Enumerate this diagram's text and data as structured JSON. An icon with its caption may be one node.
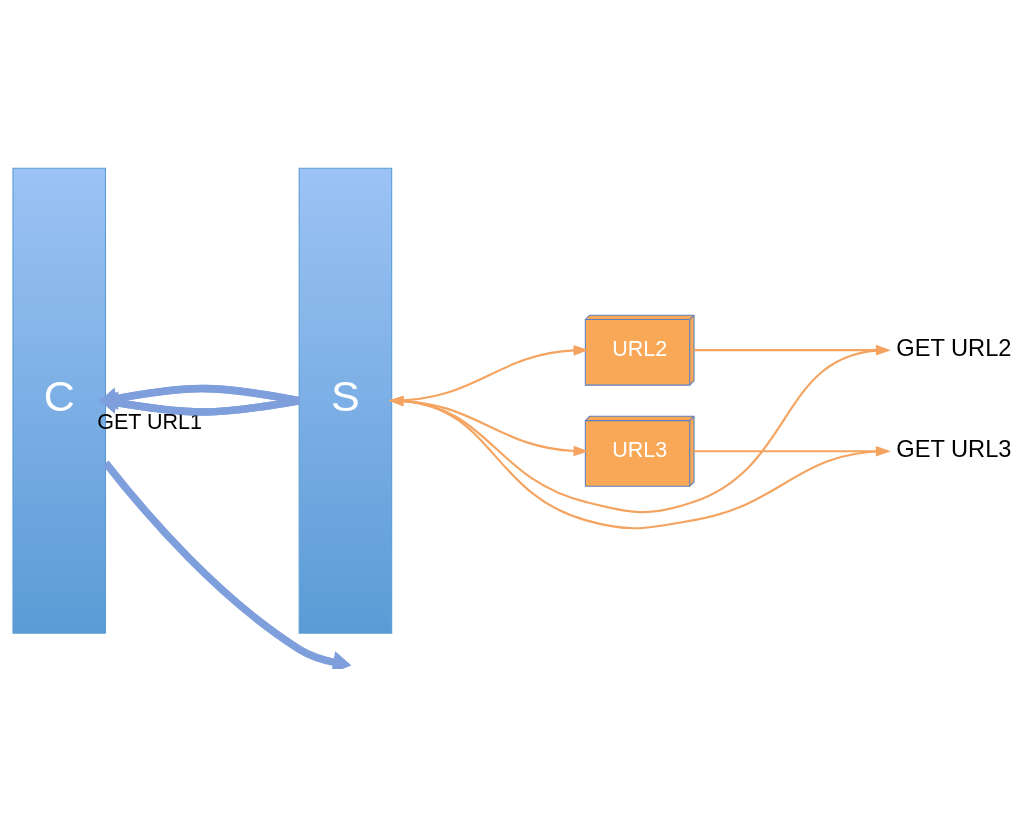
{
  "diagram": {
    "nodes": [
      {
        "text": [
          "C"
        ]
      },
      {
        "text": [
          "S"
        ]
      },
      {
        "text": [
          "URL2"
        ]
      },
      {
        "text": [
          "GET URL2"
        ]
      },
      {
        "text": [
          "URL3"
        ]
      },
      {
        "text": [
          "GET URL3"
        ]
      }
    ],
    "edges": [
      {
        "from": 0,
        "to": 1,
        "arrow": "none",
        "label": "GET URL1",
        "style": "thick",
        "color": "#7f9fdc"
      },
      {
        "from": 1,
        "to": 0,
        "arrow": "to",
        "style": "thick",
        "color": "#7f9fdc"
      },
      {
        "from": 1,
        "to": 2,
        "arrow": "to"
      },
      {
        "from": 2,
        "to": 3,
        "arrow": "to"
      },
      {
        "from": 3,
        "to": 1,
        "arrow": "to"
      },
      {
        "from": 0,
        "to": 1,
        "arrow": "none",
        "style": "thick",
        "color": "#7f9fdc"
      },
      {
        "from": 1,
        "to": 0,
        "arrow": "to",
        "style": "thick",
        "color": "#7f9fdc"
      },
      {
        "from": 1,
        "to": 4,
        "arrow": "to"
      },
      {
        "from": 4,
        "to": 5,
        "arrow": "to"
      },
      {
        "from": 5,
        "to": 1,
        "arrow": "to"
      },
      {
        "from": 0,
        "to": null,
        "arrow": "to",
        "style": "thick",
        "color": "#7f9fdc"
      }
    ]
  }
}
